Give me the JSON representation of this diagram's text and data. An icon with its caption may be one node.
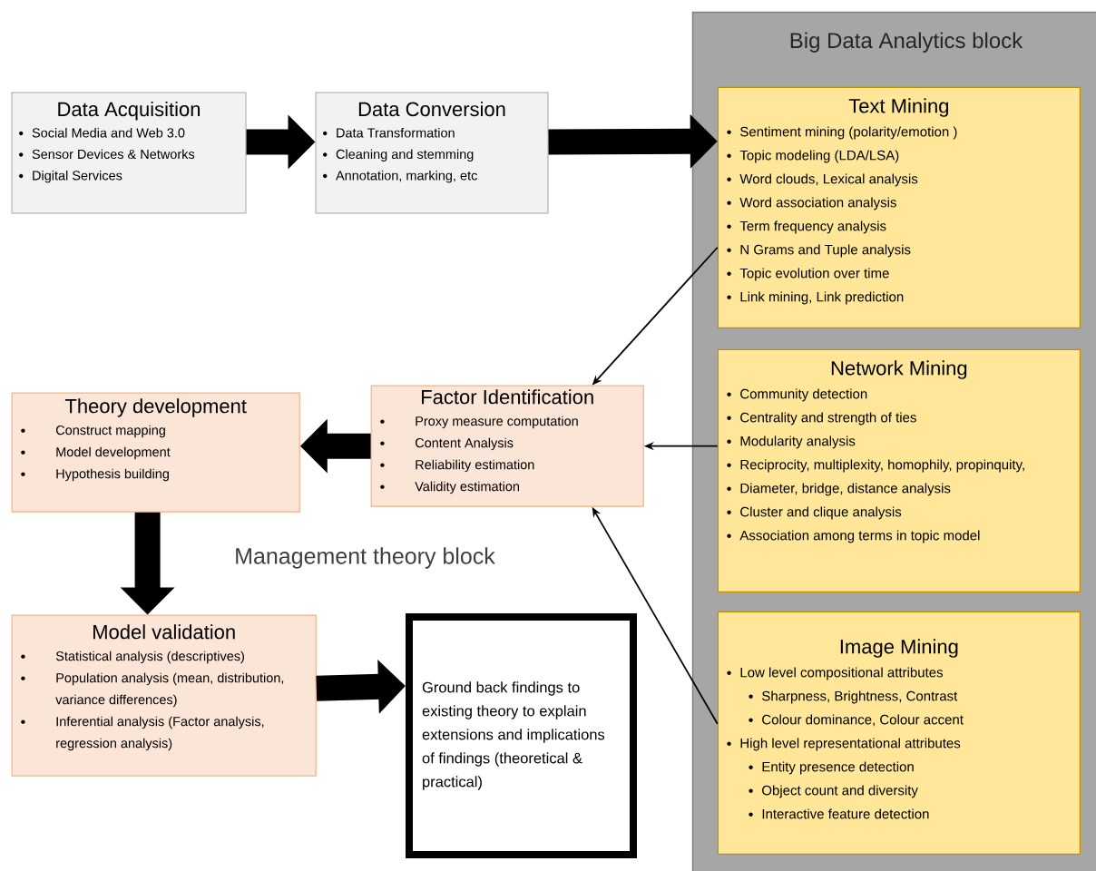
{
  "diagram": {
    "nodes": [
      {
        "text": [
          "Data Acquisition",
          "Social Media and Web 3.0",
          "Sensor Devices & Networks",
          "Digital Services"
        ]
      },
      {
        "text": [
          "Data Conversion",
          "Data Transformation",
          "Cleaning and stemming",
          "Annotation, marking, etc"
        ]
      },
      {
        "text": [
          "Big Data Analytics block"
        ]
      },
      {
        "text": [
          "Text Mining",
          "Sentiment mining (polarity/emotion )",
          "Topic modeling (LDA/LSA)",
          "Word clouds, Lexical analysis",
          "Word association analysis",
          "Term frequency analysis",
          "N Grams and Tuple analysis",
          "Topic evolution over time",
          "Link mining, Link prediction"
        ],
        "in": 2
      },
      {
        "text": [
          "Network Mining",
          "Community detection",
          "Centrality and strength of ties",
          "Modularity analysis",
          "Reciprocity, multiplexity, homophily, propinquity,",
          "Diameter, bridge, distance analysis",
          "Cluster and clique analysis",
          "Association among terms in topic model"
        ],
        "in": 2
      },
      {
        "text": [
          "Image Mining",
          "Low level compositional attributes",
          "Sharpness, Brightness, Contrast",
          "Colour dominance, Colour accent",
          "High level representational attributes",
          "Entity presence detection",
          "Object count and diversity",
          "Interactive feature detection"
        ],
        "in": 2
      },
      {
        "text": [
          "Theory development",
          "Construct mapping",
          "Model development",
          "Hypothesis building"
        ]
      },
      {
        "text": [
          "Factor Identification",
          "Proxy measure computation",
          "Content Analysis",
          "Reliability estimation",
          "Validity estimation"
        ]
      },
      {
        "text": [
          "Model validation",
          "Statistical analysis (descriptives)",
          "Population analysis (mean, distribution, variance differences)",
          "Inferential analysis (Factor analysis, regression analysis)"
        ]
      },
      {
        "text": [
          "Ground back findings to existing theory to explain extensions and implications of findings (theoretical & practical)"
        ]
      }
    ],
    "edges": [
      {
        "from": 0,
        "to": 1,
        "arrow": "to"
      },
      {
        "from": 1,
        "to": 3,
        "arrow": "to"
      },
      {
        "from": 3,
        "to": 7,
        "arrow": "to"
      },
      {
        "from": 4,
        "to": 7,
        "arrow": "to"
      },
      {
        "from": 5,
        "to": 7,
        "arrow": "to"
      },
      {
        "from": 7,
        "to": 6,
        "arrow": "to"
      },
      {
        "from": 6,
        "to": 8,
        "arrow": "to"
      },
      {
        "from": 8,
        "to": 9,
        "arrow": "to"
      }
    ],
    "labels": [
      "Management theory block"
    ]
  }
}
